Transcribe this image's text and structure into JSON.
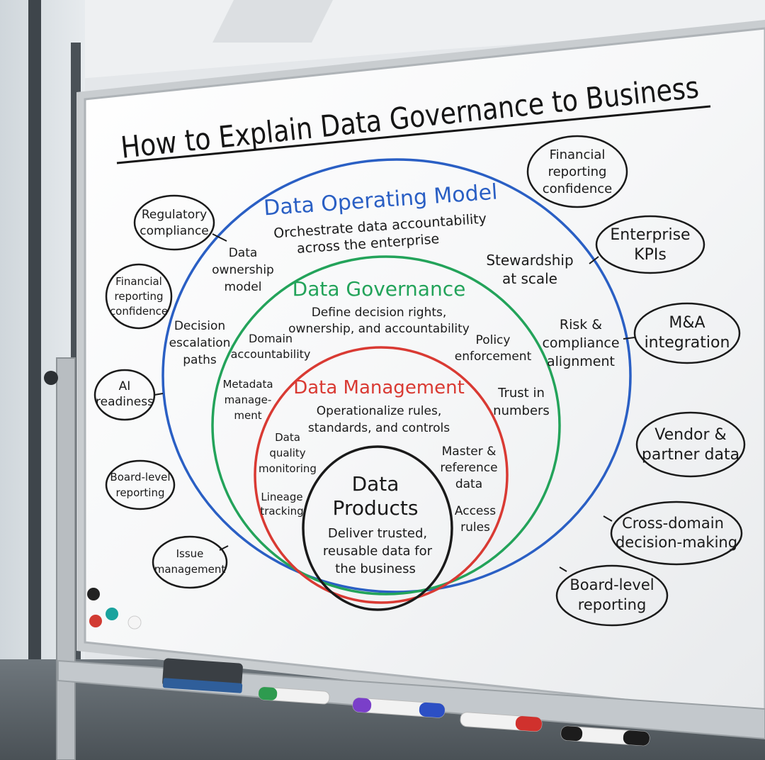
{
  "board": {
    "title": "How to Explain Data Governance to Business"
  },
  "rings": {
    "operating_model": {
      "title": "Data Operating Model",
      "subtitle_lines": [
        "Orchestrate data accountability",
        "across the enterprise"
      ],
      "color": "#2a5fc4",
      "items": {
        "ownership": [
          "Data",
          "ownership",
          "model"
        ],
        "stewardship": [
          "Stewardship",
          "at scale"
        ],
        "escalation": [
          "Decision",
          "escalation",
          "paths"
        ],
        "risk": [
          "Risk &",
          "compliance",
          "alignment"
        ]
      }
    },
    "governance": {
      "title": "Data Governance",
      "subtitle_lines": [
        "Define decision rights,",
        "ownership, and accountability"
      ],
      "color": "#23a35a",
      "items": {
        "domain": [
          "Domain",
          "accountability"
        ],
        "policy": [
          "Policy",
          "enforcement"
        ],
        "metadata": [
          "Metadata",
          "manage-",
          "ment"
        ],
        "trust": [
          "Trust in",
          "numbers"
        ]
      }
    },
    "management": {
      "title": "Data Management",
      "subtitle_lines": [
        "Operationalize rules,",
        "standards, and controls"
      ],
      "color": "#d93a33",
      "items": {
        "quality": [
          "Data",
          "quality",
          "monitoring"
        ],
        "master": [
          "Master &",
          "reference",
          "data"
        ],
        "lineage": [
          "Lineage",
          "tracking"
        ],
        "access": [
          "Access",
          "rules"
        ]
      }
    },
    "products": {
      "title_lines": [
        "Data",
        "Products"
      ],
      "subtitle_lines": [
        "Deliver trusted,",
        "reusable data for",
        "the business"
      ],
      "color": "#1a1a1a"
    }
  },
  "left_bubbles": [
    [
      "Regulatory",
      "compliance"
    ],
    [
      "Financial",
      "reporting",
      "confidence"
    ],
    [
      "AI",
      "readiness"
    ],
    [
      "Board-level",
      "reporting"
    ],
    [
      "Issue",
      "management"
    ]
  ],
  "right_bubbles": [
    [
      "Financial",
      "reporting",
      "confidence"
    ],
    [
      "Enterprise",
      "KPIs"
    ],
    [
      "M&A",
      "integration"
    ],
    [
      "Vendor &",
      "partner data"
    ],
    [
      "Cross-domain",
      "decision-making"
    ],
    [
      "Board-level",
      "reporting"
    ]
  ],
  "marker_colors": {
    "green": "#2e9b4f",
    "purple_blue": "#4b4fcf",
    "red": "#d0312d",
    "black": "#1c1c1c"
  }
}
